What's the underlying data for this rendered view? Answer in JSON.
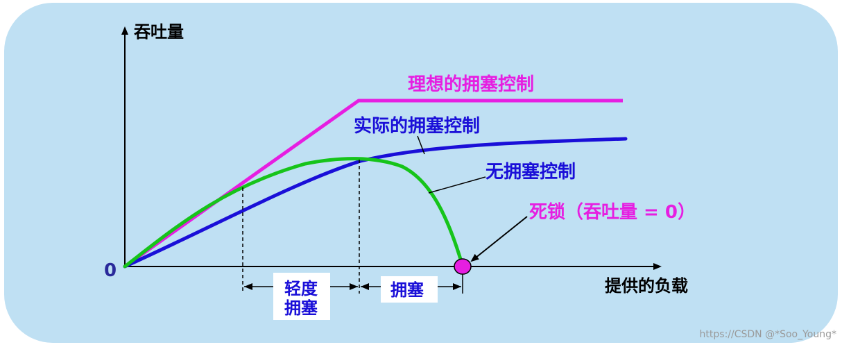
{
  "axes": {
    "y_label": "吞吐量",
    "x_label": "提供的负载",
    "origin_label": "0"
  },
  "curves": {
    "ideal": {
      "label": "理想的拥塞控制",
      "color": "#e61ee1"
    },
    "actual": {
      "label": "实际的拥塞控制",
      "color": "#1a0fd8"
    },
    "none": {
      "label": "无拥塞控制",
      "color": "#16c41a"
    }
  },
  "deadlock": {
    "label": "死锁（吞吐量 = 0）",
    "color": "#e61ee1"
  },
  "regions": {
    "light_line1": "轻度",
    "light_line2": "拥塞",
    "congestion": "拥塞"
  },
  "colors": {
    "panel_bg": "#bfe0f3",
    "axis": "#000000",
    "label_blue": "#1a0fd8",
    "origin_color": "#2a2a9a"
  },
  "watermark": "https://CSDN @*Soo_Young*"
}
